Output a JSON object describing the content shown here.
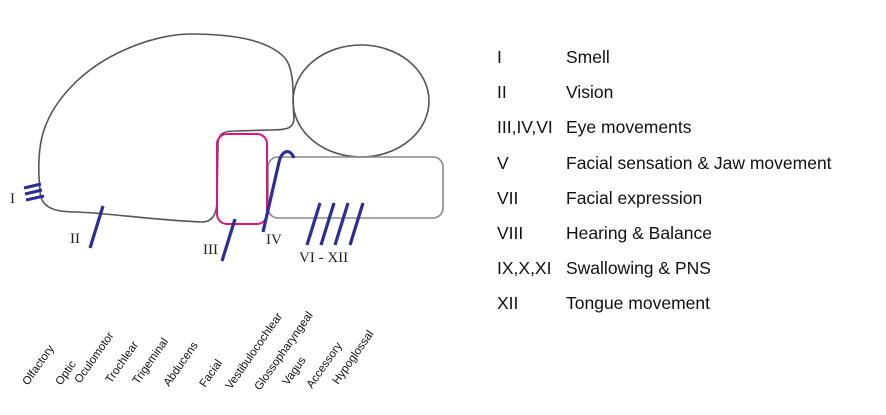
{
  "colors": {
    "outline": "#555555",
    "brainstem_outline": "#8a8a8a",
    "midbrain_outline": "#e0147c",
    "nerve": "#2b2e95"
  },
  "diagram": {
    "nerve_labels": {
      "I": "I",
      "II": "II",
      "III": "III",
      "IV": "IV",
      "VI_XII": "VI - XII"
    },
    "nerve_names": [
      "Olfactory",
      "Optic",
      "Oculomotor",
      "Trochlear",
      "Trigeminal",
      "Abducens",
      "Facial",
      "Vestibulocochlear",
      "Glossopharyngeal",
      "Vagus",
      "Accessory",
      "Hypoglossal"
    ]
  },
  "legend": [
    {
      "numeral": "I",
      "function": "Smell"
    },
    {
      "numeral": "II",
      "function": "Vision"
    },
    {
      "numeral": "III,IV,VI",
      "function": "Eye movements"
    },
    {
      "numeral": "V",
      "function": "Facial sensation & Jaw movement"
    },
    {
      "numeral": "VII",
      "function": "Facial expression"
    },
    {
      "numeral": "VIII",
      "function": "Hearing & Balance"
    },
    {
      "numeral": "IX,X,XI",
      "function": "Swallowing & PNS"
    },
    {
      "numeral": "XII",
      "function": "Tongue movement"
    }
  ]
}
